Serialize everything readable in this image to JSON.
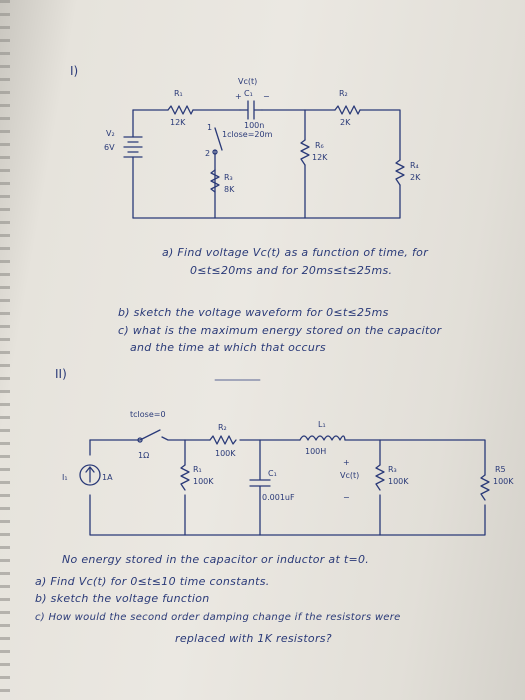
{
  "problem1": {
    "number": "I)",
    "labels": {
      "r1": "R₁",
      "r1_value": "12K",
      "vc": "Vc(t)",
      "c1": "C₁",
      "plus": "+",
      "minus": "−",
      "c1_value": "100n",
      "r2": "R₂",
      "r2_value": "2K",
      "v2": "V₂",
      "v2_value": "6V",
      "switch": "1close=20m",
      "pos1": "1",
      "pos2": "2",
      "r6": "R₆",
      "r6_value": "12K",
      "r4": "R₄",
      "r4_value": "2K",
      "r3": "R₃",
      "r3_value": "8K"
    },
    "questions": {
      "a1": "a) Find voltage Vc(t) as a function of time, for",
      "a2": "0≤t≤20ms and for 20ms≤t≤25ms.",
      "b": "b) sketch the voltage waveform for 0≤t≤25ms",
      "c1": "c) what is the maximum energy stored on the capacitor",
      "c2": "and the time at which that occurs"
    }
  },
  "problem2": {
    "number": "II)",
    "labels": {
      "tclose": "tclose=0",
      "i1": "I₁",
      "i1_value": "1A",
      "r_switch": "1Ω",
      "r1": "R₁",
      "r1_value": "100K",
      "r2": "R₂",
      "r2_value": "100K",
      "l1": "L₁",
      "l1_value": "100H",
      "c1": "C₁",
      "c1_value": "0.001uF",
      "vc_plus": "+",
      "vc_minus": "−",
      "vc": "Vc(t)",
      "r3": "R₃",
      "r3_value": "100K",
      "r5": "R5",
      "r5_value": "100K"
    },
    "notes": {
      "initial": "No energy stored in the capacitor or inductor at t=0.",
      "a": "a) Find Vc(t) for 0≤t≤10 time constants.",
      "b": "b) sketch the voltage function",
      "c1": "c) How would the second order damping change if the resistors were",
      "c2": "replaced with 1K resistors?"
    }
  }
}
